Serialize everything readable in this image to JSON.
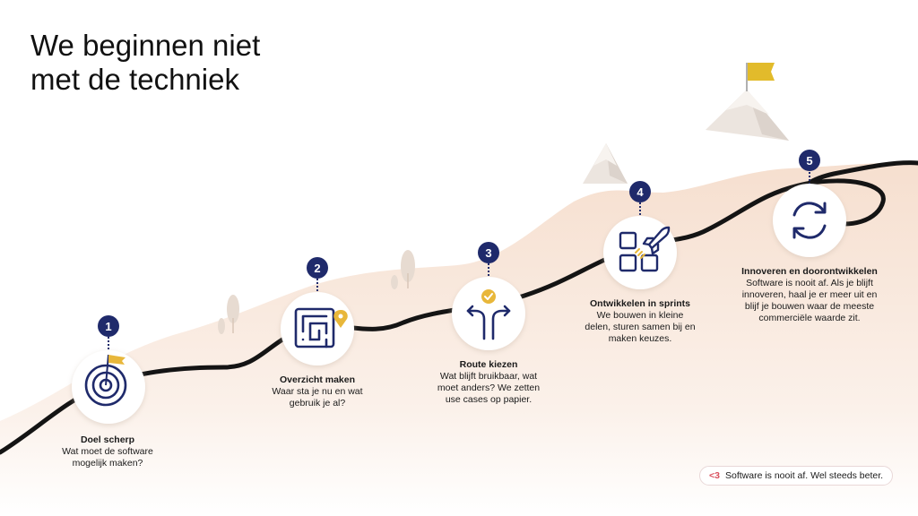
{
  "title": "We beginnen niet met de techniek",
  "steps": [
    {
      "number": "1",
      "title": "Doel scherp",
      "description": "Wat moet de software mogelijk maken?",
      "icon": "target-with-flag-icon"
    },
    {
      "number": "2",
      "title": "Overzicht maken",
      "description": "Waar sta je nu en wat gebruik je al?",
      "icon": "maze-with-location-pin-icon"
    },
    {
      "number": "3",
      "title": "Route kiezen",
      "description": "Wat blijft bruikbaar, wat moet anders? We zetten use cases op papier.",
      "icon": "split-arrows-with-check-icon"
    },
    {
      "number": "4",
      "title": "Ontwikkelen in sprints",
      "description": "We bouwen in kleine delen, sturen samen bij en maken keuzes.",
      "icon": "blocks-with-rocket-icon"
    },
    {
      "number": "5",
      "title": "Innoveren en doorontwikkelen",
      "description": "Software is nooit af. Als je blijft innoveren, haal je er meer uit en blijf je bouwen waar de meeste commerciële waarde zit.",
      "icon": "refresh-arrows-icon"
    }
  ],
  "footer": {
    "symbol": "<3",
    "text": "Software is nooit af. Wel steeds beter."
  },
  "colors": {
    "navy": "#1f2a6b",
    "gold": "#e8b73a",
    "hill": "#f7e8dc",
    "road": "#141414",
    "flag": "#e2bb2b",
    "tree": "#e8dcd2"
  }
}
